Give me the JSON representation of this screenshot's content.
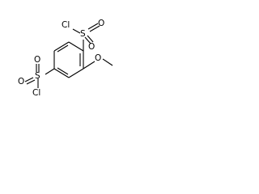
{
  "molecule": {
    "atoms": {
      "top_cl": "Cl",
      "top_s": "S",
      "top_o_right": "O",
      "top_o_bottom": "O",
      "methoxy_o": "O",
      "left_cl": "Cl",
      "left_s": "S",
      "left_o_top": "O",
      "left_o_bottom": "O"
    }
  }
}
